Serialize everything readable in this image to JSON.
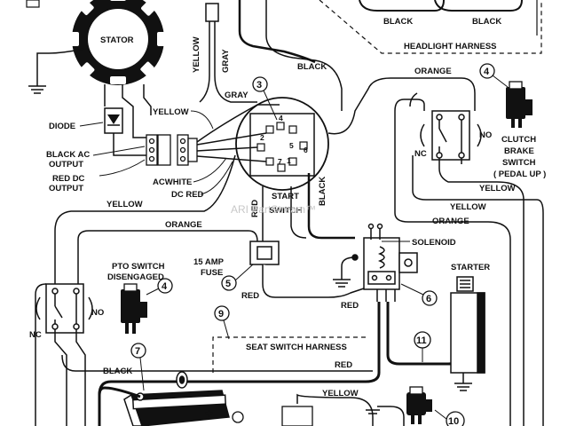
{
  "colors": {
    "ink": "#111111",
    "paper": "#ffffff",
    "watermark": "#c8c8c8"
  },
  "labels": {
    "stator": "STATOR",
    "diode": "DIODE",
    "black_ac_output_1": "BLACK AC",
    "black_ac_output_2": "OUTPUT",
    "red_dc_output_1": "RED DC",
    "red_dc_output_2": "OUTPUT",
    "yellow_top": "YELLOW",
    "gray_top": "GRAY",
    "gray_mid": "GRAY",
    "yellow_mid": "YELLOW",
    "black_top_mid": "BLACK",
    "black_headlight_left": "BLACK",
    "black_headlight_right": "BLACK",
    "headlight_harness": "HEADLIGHT HARNESS",
    "orange_top_right": "ORANGE",
    "clutch_1": "CLUTCH",
    "clutch_2": "BRAKE",
    "clutch_3": "SWITCH",
    "clutch_4": "( PEDAL UP )",
    "nc_right": "NC",
    "no_right": "NO",
    "acwhite": "ACWHITE",
    "dc_red": "DC RED",
    "yellow_left": "YELLOW",
    "start_switch_1": "START",
    "start_switch_2": "SWITCH",
    "red_vertical": "RED",
    "black_vertical": "BLACK",
    "yellow_right_1": "YELLOW",
    "yellow_right_2": "YELLOW",
    "orange_right": "ORANGE",
    "orange_mid": "ORANGE",
    "solenoid": "SOLENOID",
    "fuse_1": "15 AMP",
    "fuse_2": "FUSE",
    "pto_1": "PTO SWITCH",
    "pto_2": "DISENGAGED",
    "no_left": "NO",
    "nc_left": "NC",
    "red_fuse": "RED",
    "red_solenoid": "RED",
    "starter": "STARTER",
    "seat_harness": "SEAT SWITCH HARNESS",
    "red_seat": "RED",
    "black_battery": "BLACK",
    "yellow_bottom": "YELLOW",
    "watermark": "ARI PartStream™"
  },
  "callouts": {
    "c3": "3",
    "c4_right": "4",
    "c4_left": "4",
    "c5": "5",
    "c6": "6",
    "c7": "7",
    "c9": "9",
    "c10": "10",
    "c11": "11"
  },
  "switch_pins": {
    "p4": "4",
    "p5": "5",
    "p6": "6",
    "p7": "7",
    "p1": "1",
    "p2": "2"
  }
}
